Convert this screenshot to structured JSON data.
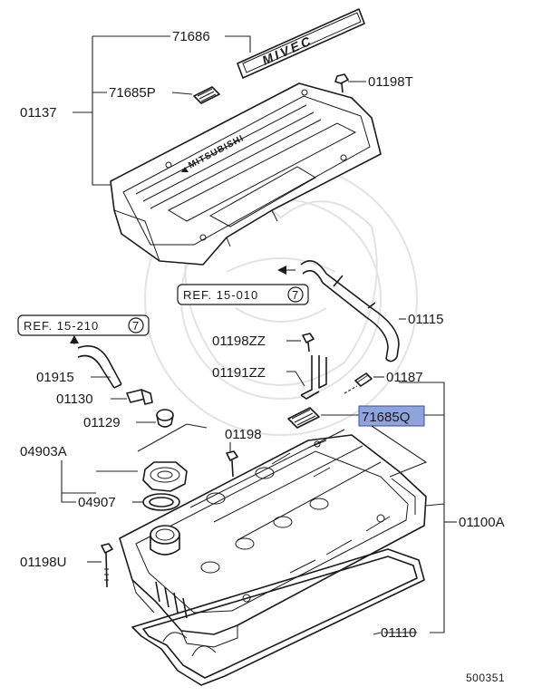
{
  "labels": {
    "p71686": "71686",
    "p71685p": "71685P",
    "p01137": "01137",
    "p01198t": "01198T",
    "p01115": "01115",
    "p01198zz": "01198ZZ",
    "p01191zz": "01191ZZ",
    "p01187": "01187",
    "p71685q": "71685Q",
    "p01915": "01915",
    "p01130": "01130",
    "p01129": "01129",
    "p04903a": "04903A",
    "p01198": "01198",
    "p04907": "04907",
    "p01100a": "01100A",
    "p01198u": "01198U",
    "p01110": "01110"
  },
  "refs": {
    "ref1": {
      "text": "REF. 15-010",
      "circle": "7"
    },
    "ref2": {
      "text": "REF. 15-210",
      "circle": "7"
    }
  },
  "emblem_text": "MIVEC",
  "cover_text": "MITSUBISHI",
  "diagram_code": "500351",
  "highlight_color": "#8fa3dd"
}
